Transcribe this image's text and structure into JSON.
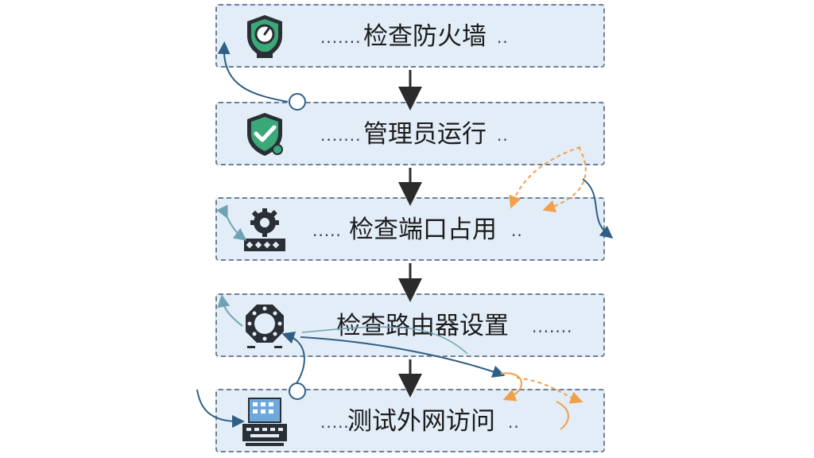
{
  "steps": [
    {
      "label": "检查防火墙",
      "icon": "shield-gauge-icon"
    },
    {
      "label": "管理员运行",
      "icon": "shield-check-icon"
    },
    {
      "label": "检查端口占用",
      "icon": "gear-port-icon"
    },
    {
      "label": "检查路由器设置",
      "icon": "router-ring-icon"
    },
    {
      "label": "测试外网访问",
      "icon": "computer-icon"
    }
  ],
  "colors": {
    "box_fill": "#e3edf8",
    "box_border": "#6d7f94",
    "arrow": "#2b2b2b",
    "accent_blue": "#2f5f86",
    "accent_orange": "#f0a04a",
    "icon_dark": "#2a2f36",
    "icon_green": "#3aa877"
  }
}
